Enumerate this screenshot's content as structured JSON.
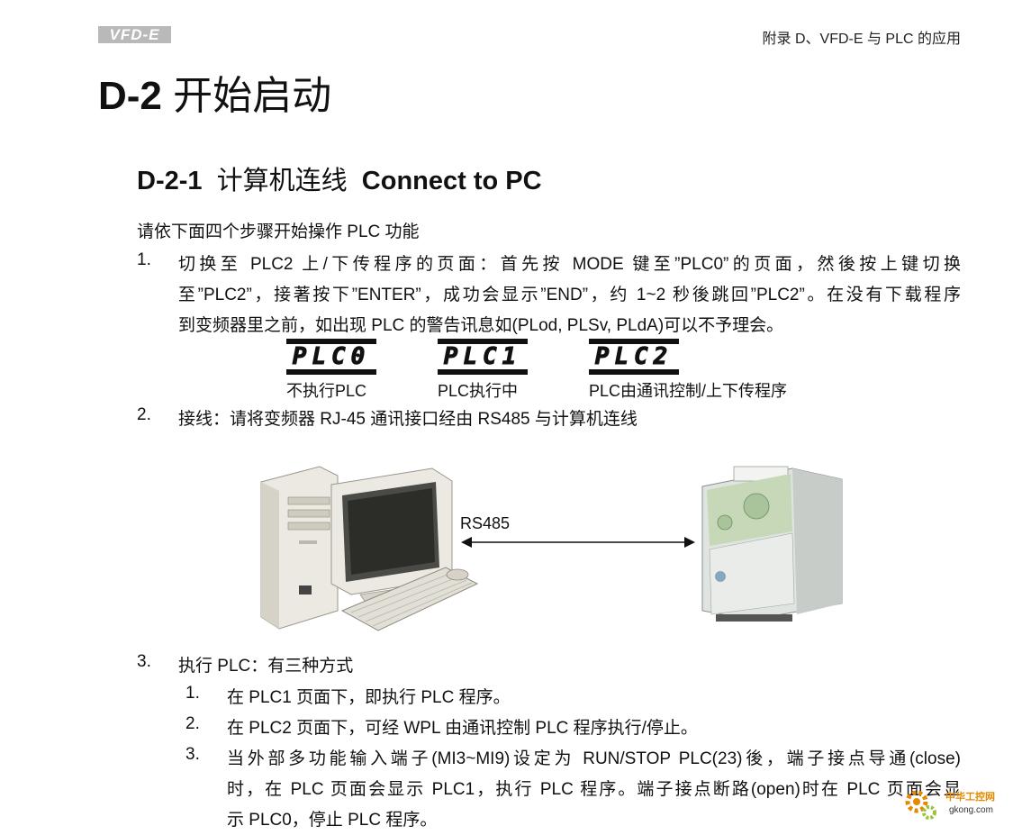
{
  "header": {
    "logo": "VFD-E",
    "running_title": "附录 D、VFD-E 与 PLC 的应用"
  },
  "chapter": {
    "number": "D-2",
    "title": "开始启动"
  },
  "section": {
    "number": "D-2-1",
    "title_cn": "计算机连线",
    "title_en": "Connect to PC"
  },
  "intro": "请依下面四个步骤开始操作 PLC 功能",
  "steps": [
    {
      "num": "1.",
      "lines": [
        "切换至 PLC2 上/下传程序的页面：首先按 MODE 键至”PLC0”的页面，然後按上键切换",
        "至”PLC2”，接著按下”ENTER”，成功会显示”END”，约 1~2 秒後跳回”PLC2”。在没有下载程序",
        "到变频器里之前，如出现 PLC 的警告讯息如(PLod, PLSv, PLdA)可以不予理会。"
      ]
    },
    {
      "num": "2.",
      "lines": [
        "接线：请将变频器 RJ-45 通讯接口经由 RS485 与计算机连线"
      ]
    },
    {
      "num": "3.",
      "lines": [
        "执行 PLC：有三种方式"
      ]
    }
  ],
  "displays": [
    {
      "code": "PLC0",
      "caption": "不执行PLC"
    },
    {
      "code": "PLC1",
      "caption": "PLC执行中"
    },
    {
      "code": "PLC2",
      "caption": "PLC由通讯控制/上下传程序"
    }
  ],
  "diagram": {
    "link_label": "RS485"
  },
  "substeps": [
    {
      "num": "1.",
      "lines": [
        "在 PLC1 页面下，即执行 PLC 程序。"
      ]
    },
    {
      "num": "2.",
      "lines": [
        "在 PLC2 页面下，可经 WPL 由通讯控制 PLC 程序执行/停止。"
      ]
    },
    {
      "num": "3.",
      "lines": [
        "当外部多功能输入端子(MI3~MI9)设定为 RUN/STOP PLC(23)後，端子接点导通(close)",
        "时，在 PLC 页面会显示 PLC1，执行 PLC 程序。端子接点断路(open)时在 PLC 页面会显",
        "示 PLC0，停止 PLC 程序。"
      ]
    }
  ],
  "watermark": {
    "name": "中华工控网",
    "url": "gkong.com"
  }
}
